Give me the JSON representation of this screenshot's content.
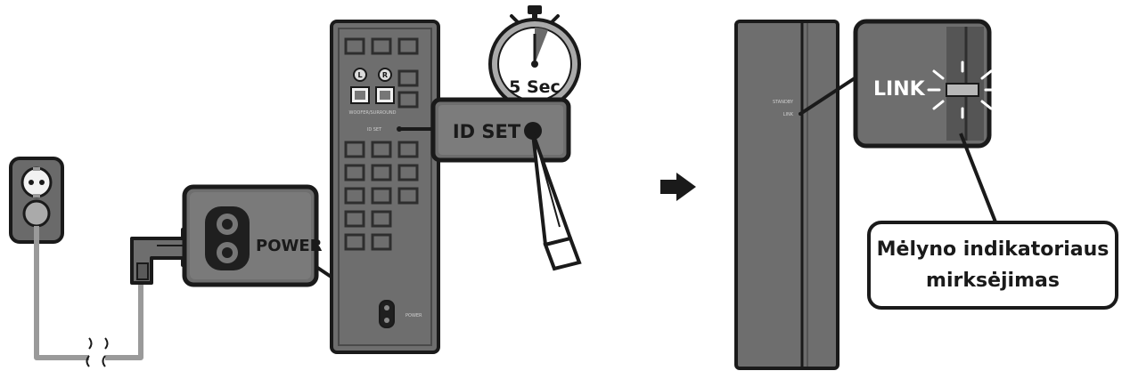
{
  "left_panel": {
    "timer_label": "5 Sec",
    "id_set_label": "ID SET",
    "power_label": "POWER",
    "rear_port_labels": {
      "left_channel": "L",
      "right_channel": "R",
      "ports_caption": "WOOFER/SURROUND",
      "id_set_small": "ID SET",
      "power_small": "POWER"
    }
  },
  "right_panel": {
    "link_callout_label": "LINK",
    "side_labels": {
      "standby": "STANDBY",
      "link": "LINK"
    },
    "caption_line1": "Mėlyno indikatoriaus",
    "caption_line2": "mirksėjimas"
  },
  "colors": {
    "device_body": "#6e6e6e",
    "device_dark": "#3a3a3a",
    "outline": "#1a1a1a",
    "cable": "#9a9a9a"
  }
}
